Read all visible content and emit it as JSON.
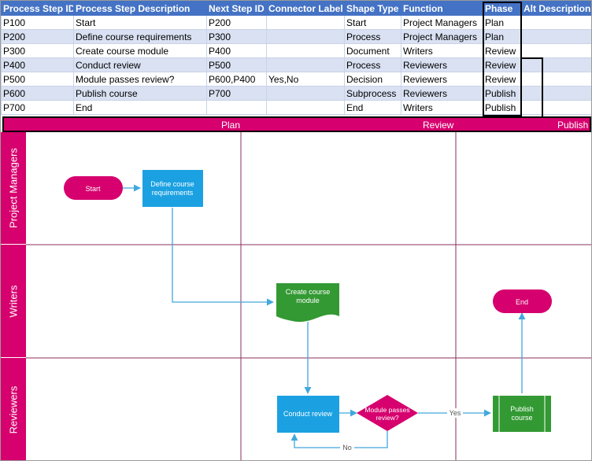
{
  "table": {
    "headers": [
      "Process Step ID",
      "Process Step Description",
      "Next Step ID",
      "Connector Label",
      "Shape Type",
      "Function",
      "Phase",
      "Alt Description"
    ],
    "rows": [
      [
        "P100",
        "Start",
        "P200",
        "",
        "Start",
        "Project Managers",
        "Plan",
        ""
      ],
      [
        "P200",
        "Define course requirements",
        "P300",
        "",
        "Process",
        "Project Managers",
        "Plan",
        ""
      ],
      [
        "P300",
        "Create course module",
        "P400",
        "",
        "Document",
        "Writers",
        "Review",
        ""
      ],
      [
        "P400",
        "Conduct review",
        "P500",
        "",
        "Process",
        "Reviewers",
        "Review",
        ""
      ],
      [
        "P500",
        "Module passes review?",
        "P600,P400",
        "Yes,No",
        "Decision",
        "Reviewers",
        "Review",
        ""
      ],
      [
        "P600",
        "Publish course",
        "P700",
        "",
        "Subprocess",
        "Reviewers",
        "Publish",
        ""
      ],
      [
        "P700",
        "End",
        "",
        "",
        "End",
        "Writers",
        "Publish",
        ""
      ]
    ]
  },
  "phases": [
    "Plan",
    "Review",
    "Publish"
  ],
  "lanes": [
    "Project Managers",
    "Writers",
    "Reviewers"
  ],
  "shapes": {
    "start": "Start",
    "define": [
      "Define course",
      "requirements"
    ],
    "create": [
      "Create course",
      "module"
    ],
    "review": "Conduct review",
    "decision": [
      "Module passes",
      "review?"
    ],
    "publish": [
      "Publish",
      "course"
    ],
    "end": "End"
  },
  "connectors": {
    "yes": "Yes",
    "no": "No"
  },
  "colors": {
    "header_blue": "#4472c4",
    "band_blue": "#d9e1f2",
    "magenta": "#d6006e",
    "process_blue": "#1ba1e2",
    "green": "#339933",
    "lane_line": "#8b2f5e",
    "connector": "#41a8dc"
  }
}
